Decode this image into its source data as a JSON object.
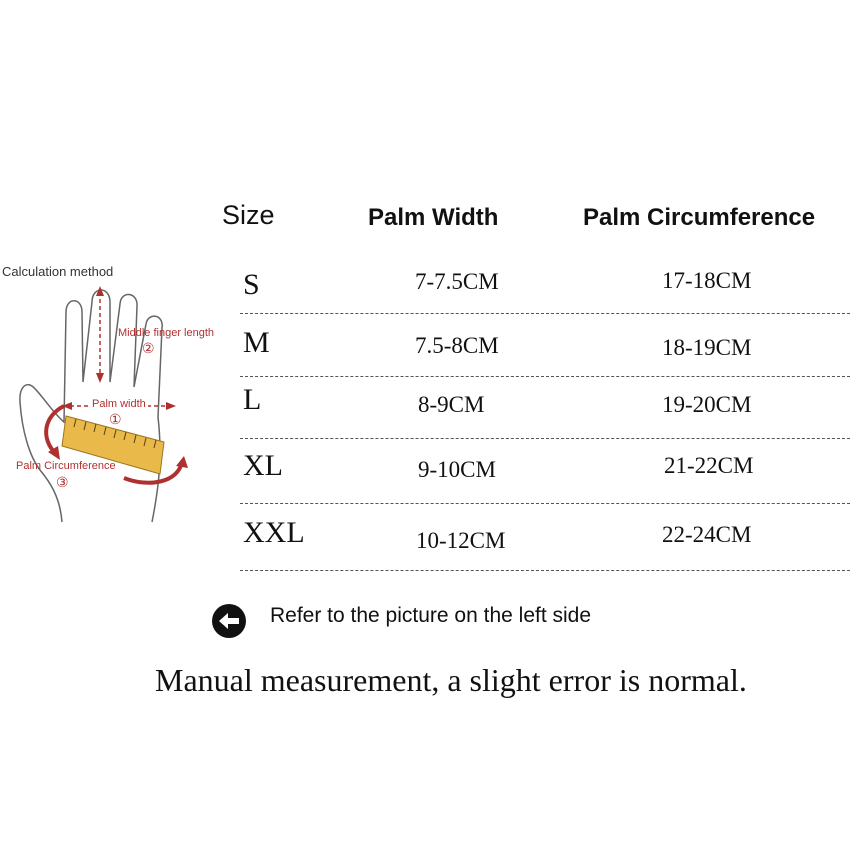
{
  "diagram": {
    "title": "Calculation method",
    "labels": {
      "middle_finger": "Middle finger length",
      "palm_width": "Palm width",
      "palm_circumference": "Palm Circumference",
      "n1": "①",
      "n2": "②",
      "n3": "③"
    }
  },
  "table": {
    "headers": [
      "Size",
      "Palm Width",
      "Palm Circumference"
    ],
    "rows": [
      {
        "size": "S",
        "width": "7-7.5CM",
        "circ": "17-18CM"
      },
      {
        "size": "M",
        "width": "7.5-8CM",
        "circ": "18-19CM"
      },
      {
        "size": "L",
        "width": "8-9CM",
        "circ": "19-20CM"
      },
      {
        "size": "XL",
        "width": "9-10CM",
        "circ": "21-22CM"
      },
      {
        "size": "XXL",
        "width": "10-12CM",
        "circ": "22-24CM"
      }
    ]
  },
  "note": {
    "icon": "arrow-left-circle-icon",
    "text": "Refer to the picture on the left side"
  },
  "footer": "Manual measurement, a slight error is normal."
}
